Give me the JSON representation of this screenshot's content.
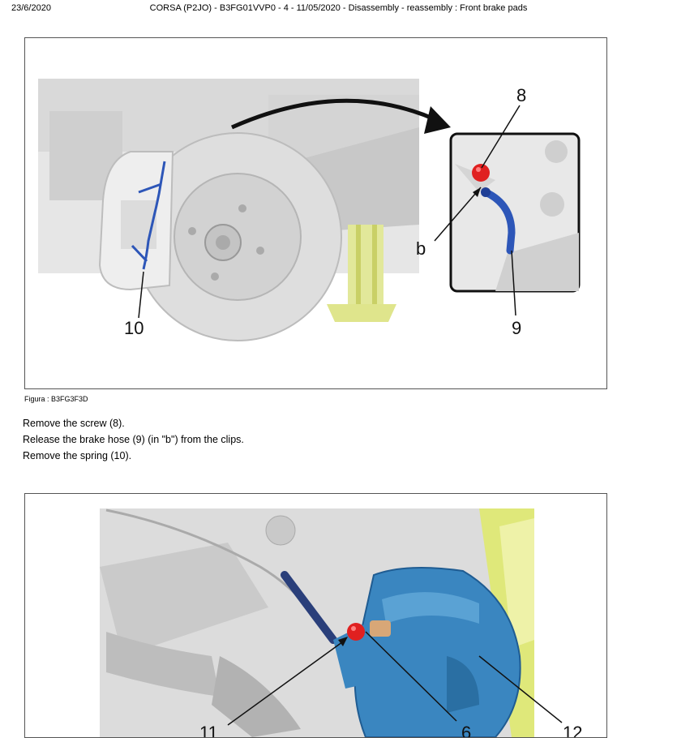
{
  "header": {
    "date": "23/6/2020",
    "title": "CORSA (P2JO) - B3FG01VVP0 - 4 - 11/05/2020 - Disassembly - reassembly : Front brake pads"
  },
  "figure1": {
    "caption": "Figura : B3FG3F3D",
    "labels": {
      "l8": "8",
      "lb": "b",
      "l9": "9",
      "l10": "10"
    }
  },
  "steps": [
    "Remove the screw (8).",
    "Release the brake hose (9) (in \"b\") from the clips.",
    "Remove the spring (10)."
  ],
  "figure2": {
    "labels": {
      "l11": "11",
      "l6": "6",
      "l12": "12"
    }
  }
}
